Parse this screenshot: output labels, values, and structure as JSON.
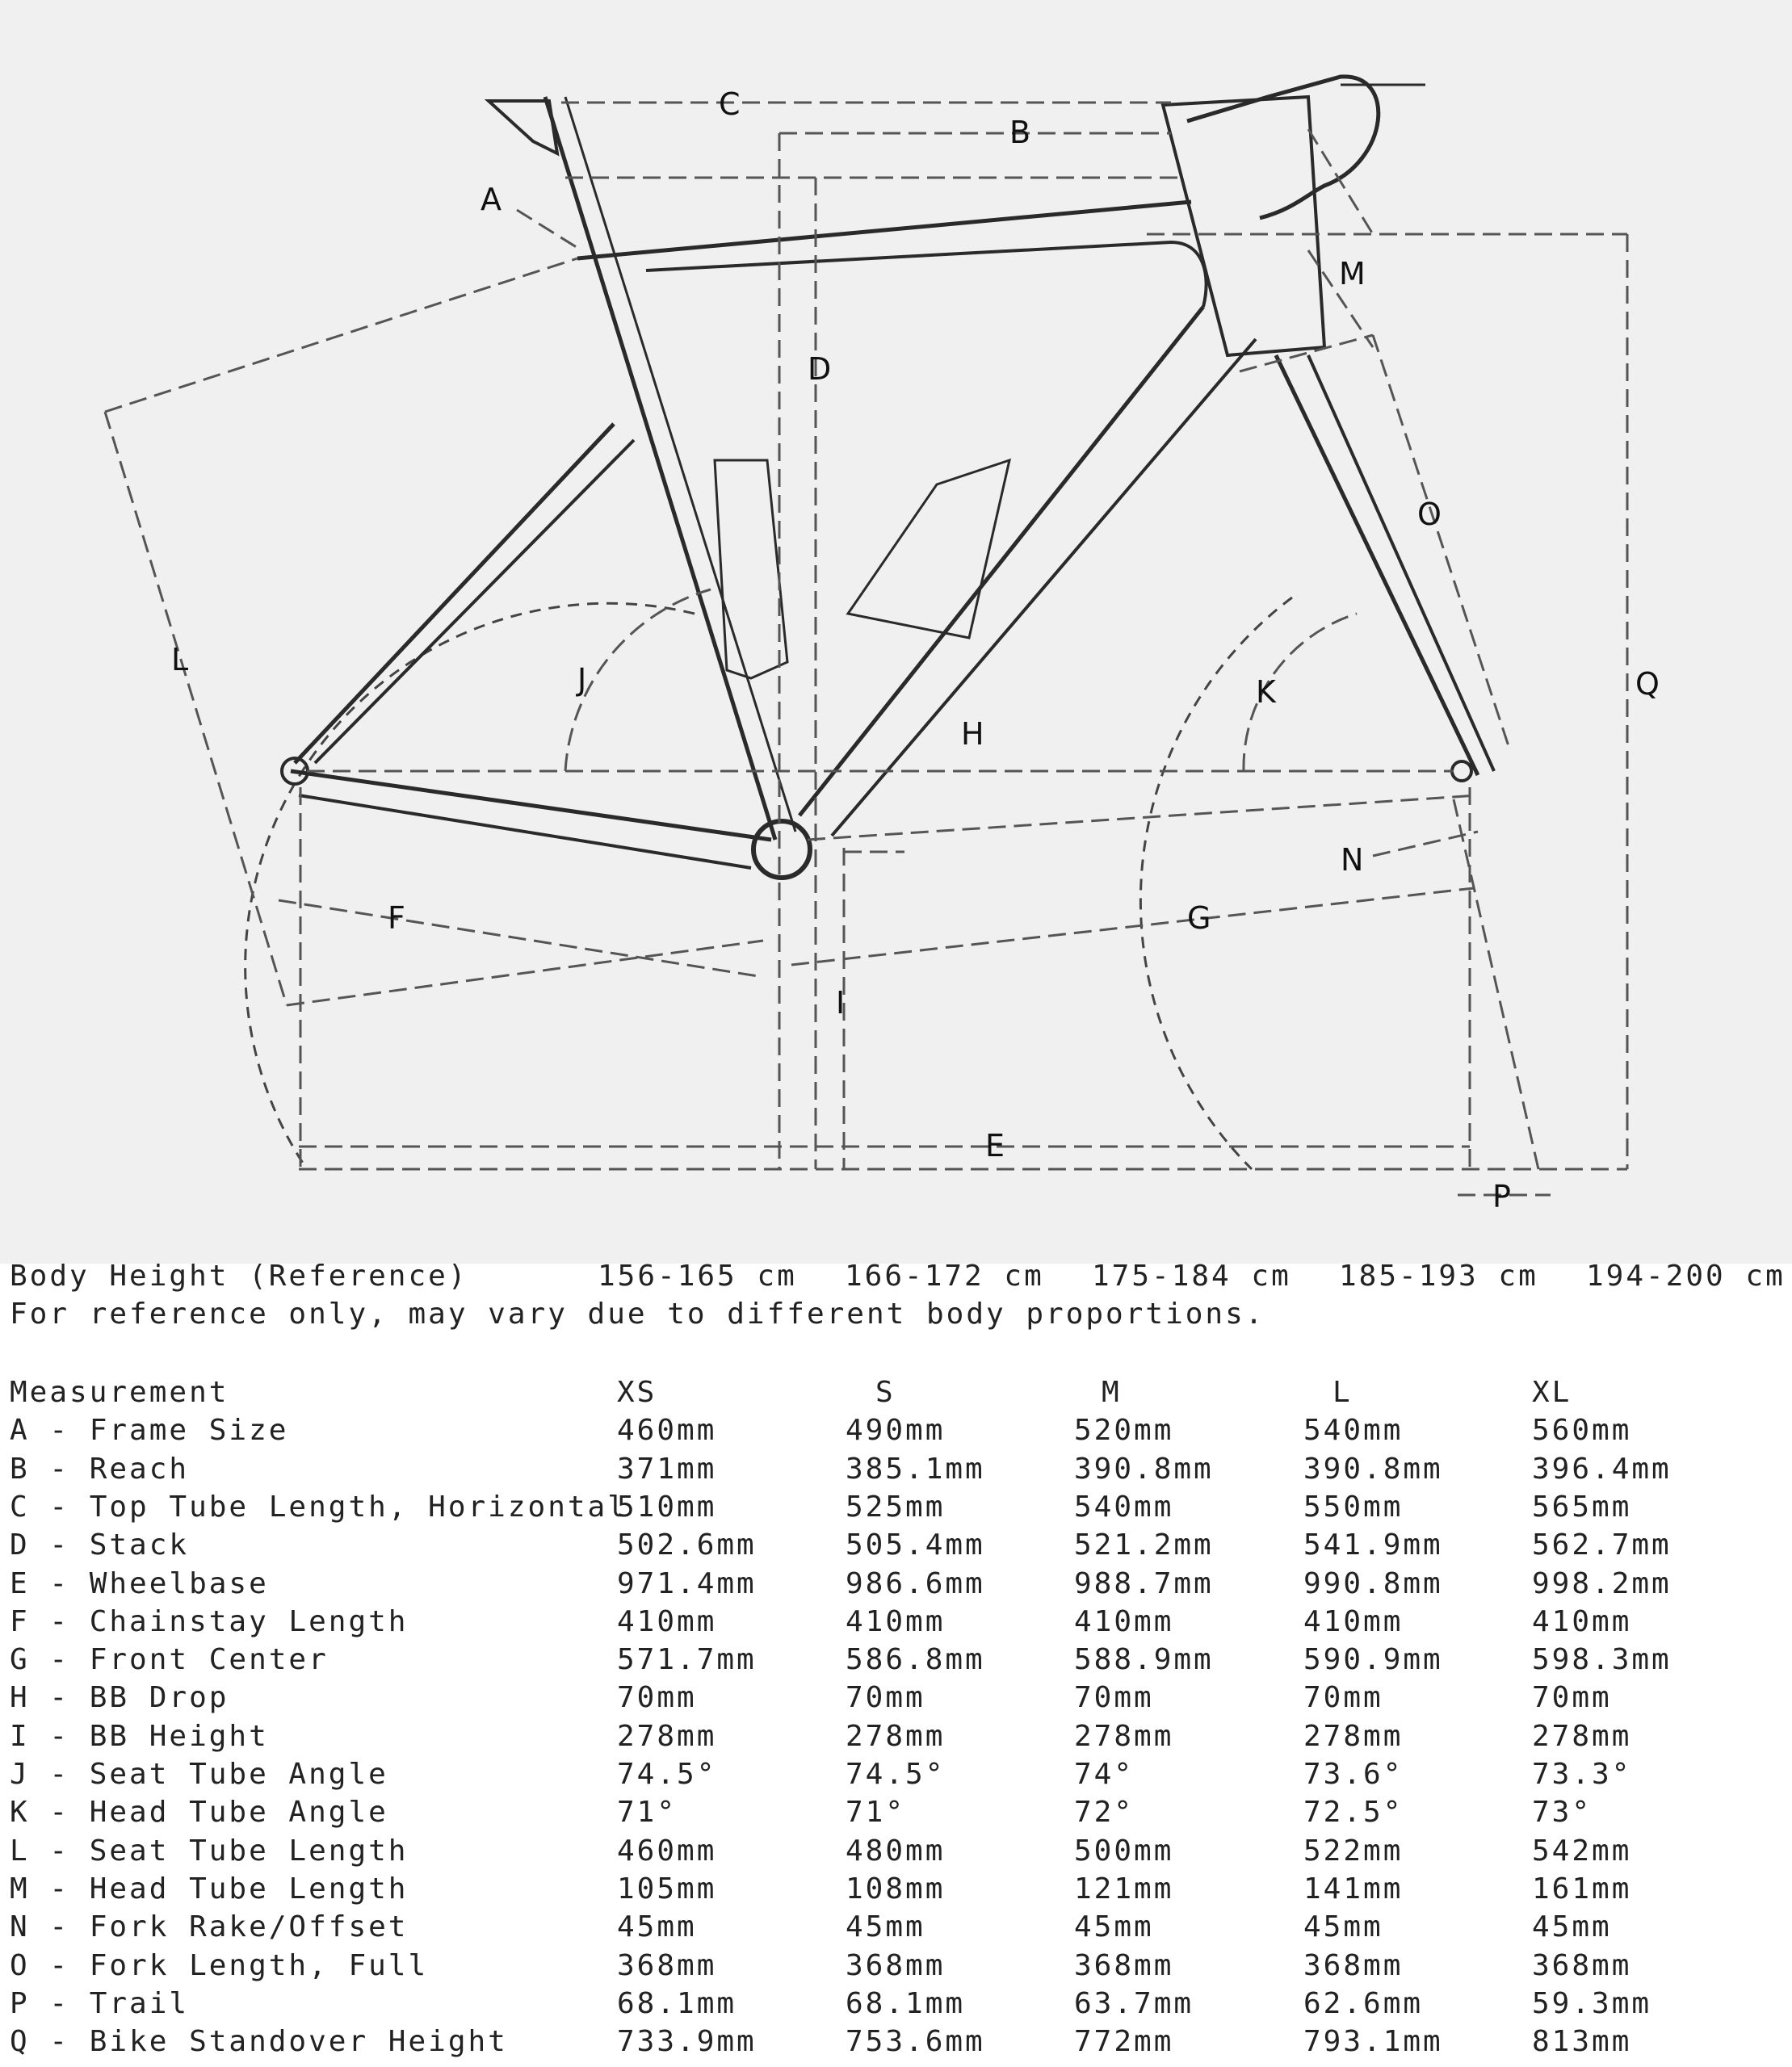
{
  "diagram": {
    "labels": [
      "A",
      "B",
      "C",
      "D",
      "E",
      "F",
      "G",
      "H",
      "I",
      "J",
      "K",
      "L",
      "M",
      "N",
      "O",
      "P",
      "Q"
    ]
  },
  "body_height": {
    "label": "Body Height (Reference)",
    "ranges": [
      "156-165 cm",
      "166-172 cm",
      "175-184 cm",
      "185-193 cm",
      "194-200 cm"
    ],
    "note": "For reference only, may vary due to different body proportions."
  },
  "geometry_table": {
    "headers": [
      "Measurement",
      "XS",
      "S",
      "M",
      "L",
      "XL"
    ],
    "rows": [
      [
        "A - Frame Size",
        "460mm",
        "490mm",
        "520mm",
        "540mm",
        "560mm"
      ],
      [
        "B - Reach",
        "371mm",
        "385.1mm",
        "390.8mm",
        "390.8mm",
        "396.4mm"
      ],
      [
        "C - Top Tube Length, Horizontal",
        "510mm",
        "525mm",
        "540mm",
        "550mm",
        "565mm"
      ],
      [
        "D - Stack",
        "502.6mm",
        "505.4mm",
        "521.2mm",
        "541.9mm",
        "562.7mm"
      ],
      [
        "E - Wheelbase",
        "971.4mm",
        "986.6mm",
        "988.7mm",
        "990.8mm",
        "998.2mm"
      ],
      [
        "F - Chainstay Length",
        "410mm",
        "410mm",
        "410mm",
        "410mm",
        "410mm"
      ],
      [
        "G - Front Center",
        "571.7mm",
        "586.8mm",
        "588.9mm",
        "590.9mm",
        "598.3mm"
      ],
      [
        "H - BB Drop",
        "70mm",
        "70mm",
        "70mm",
        "70mm",
        "70mm"
      ],
      [
        "I - BB Height",
        "278mm",
        "278mm",
        "278mm",
        "278mm",
        "278mm"
      ],
      [
        "J - Seat Tube Angle",
        "74.5°",
        "74.5°",
        "74°",
        "73.6°",
        "73.3°"
      ],
      [
        "K - Head Tube Angle",
        "71°",
        "71°",
        "72°",
        "72.5°",
        "73°"
      ],
      [
        "L - Seat Tube Length",
        "460mm",
        "480mm",
        "500mm",
        "522mm",
        "542mm"
      ],
      [
        "M - Head Tube Length",
        "105mm",
        "108mm",
        "121mm",
        "141mm",
        "161mm"
      ],
      [
        "N - Fork Rake/Offset",
        "45mm",
        "45mm",
        "45mm",
        "45mm",
        "45mm"
      ],
      [
        "O - Fork Length, Full",
        "368mm",
        "368mm",
        "368mm",
        "368mm",
        "368mm"
      ],
      [
        "P - Trail",
        "68.1mm",
        "68.1mm",
        "63.7mm",
        "62.6mm",
        "59.3mm"
      ],
      [
        "Q - Bike Standover Height",
        "733.9mm",
        "753.6mm",
        "772mm",
        "793.1mm",
        "813mm"
      ]
    ]
  }
}
